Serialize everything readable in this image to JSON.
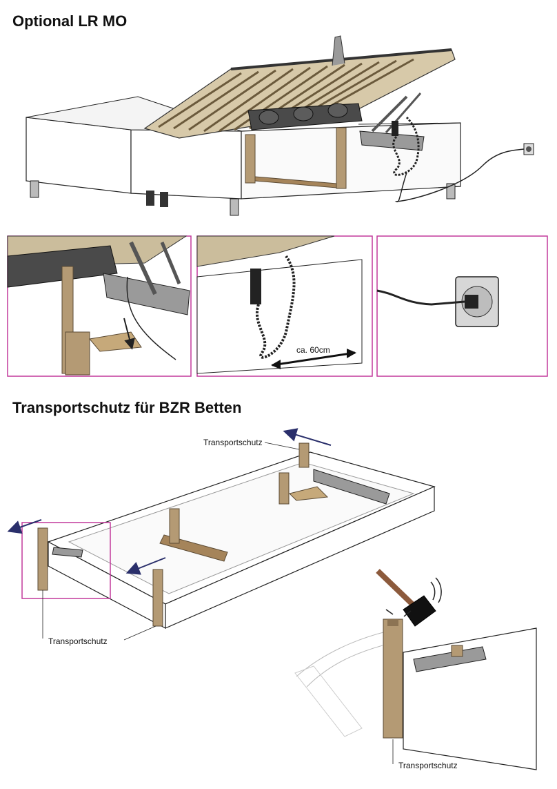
{
  "section1": {
    "title": "Optional LR MO",
    "detail_cable_length": "ca. 60cm"
  },
  "section2": {
    "title": "Transportschutz für BZR Betten",
    "label_top": "Transportschutz",
    "label_left": "Transportschutz",
    "label_bottom_right": "Transportschutz"
  },
  "colors": {
    "wood": "#b49a74",
    "wood_dark": "#8c7454",
    "frame_highlight": "#c2399b",
    "arrow": "#2a2f6b",
    "motor": "#4a4a4a",
    "metal": "#9a9a9a"
  }
}
